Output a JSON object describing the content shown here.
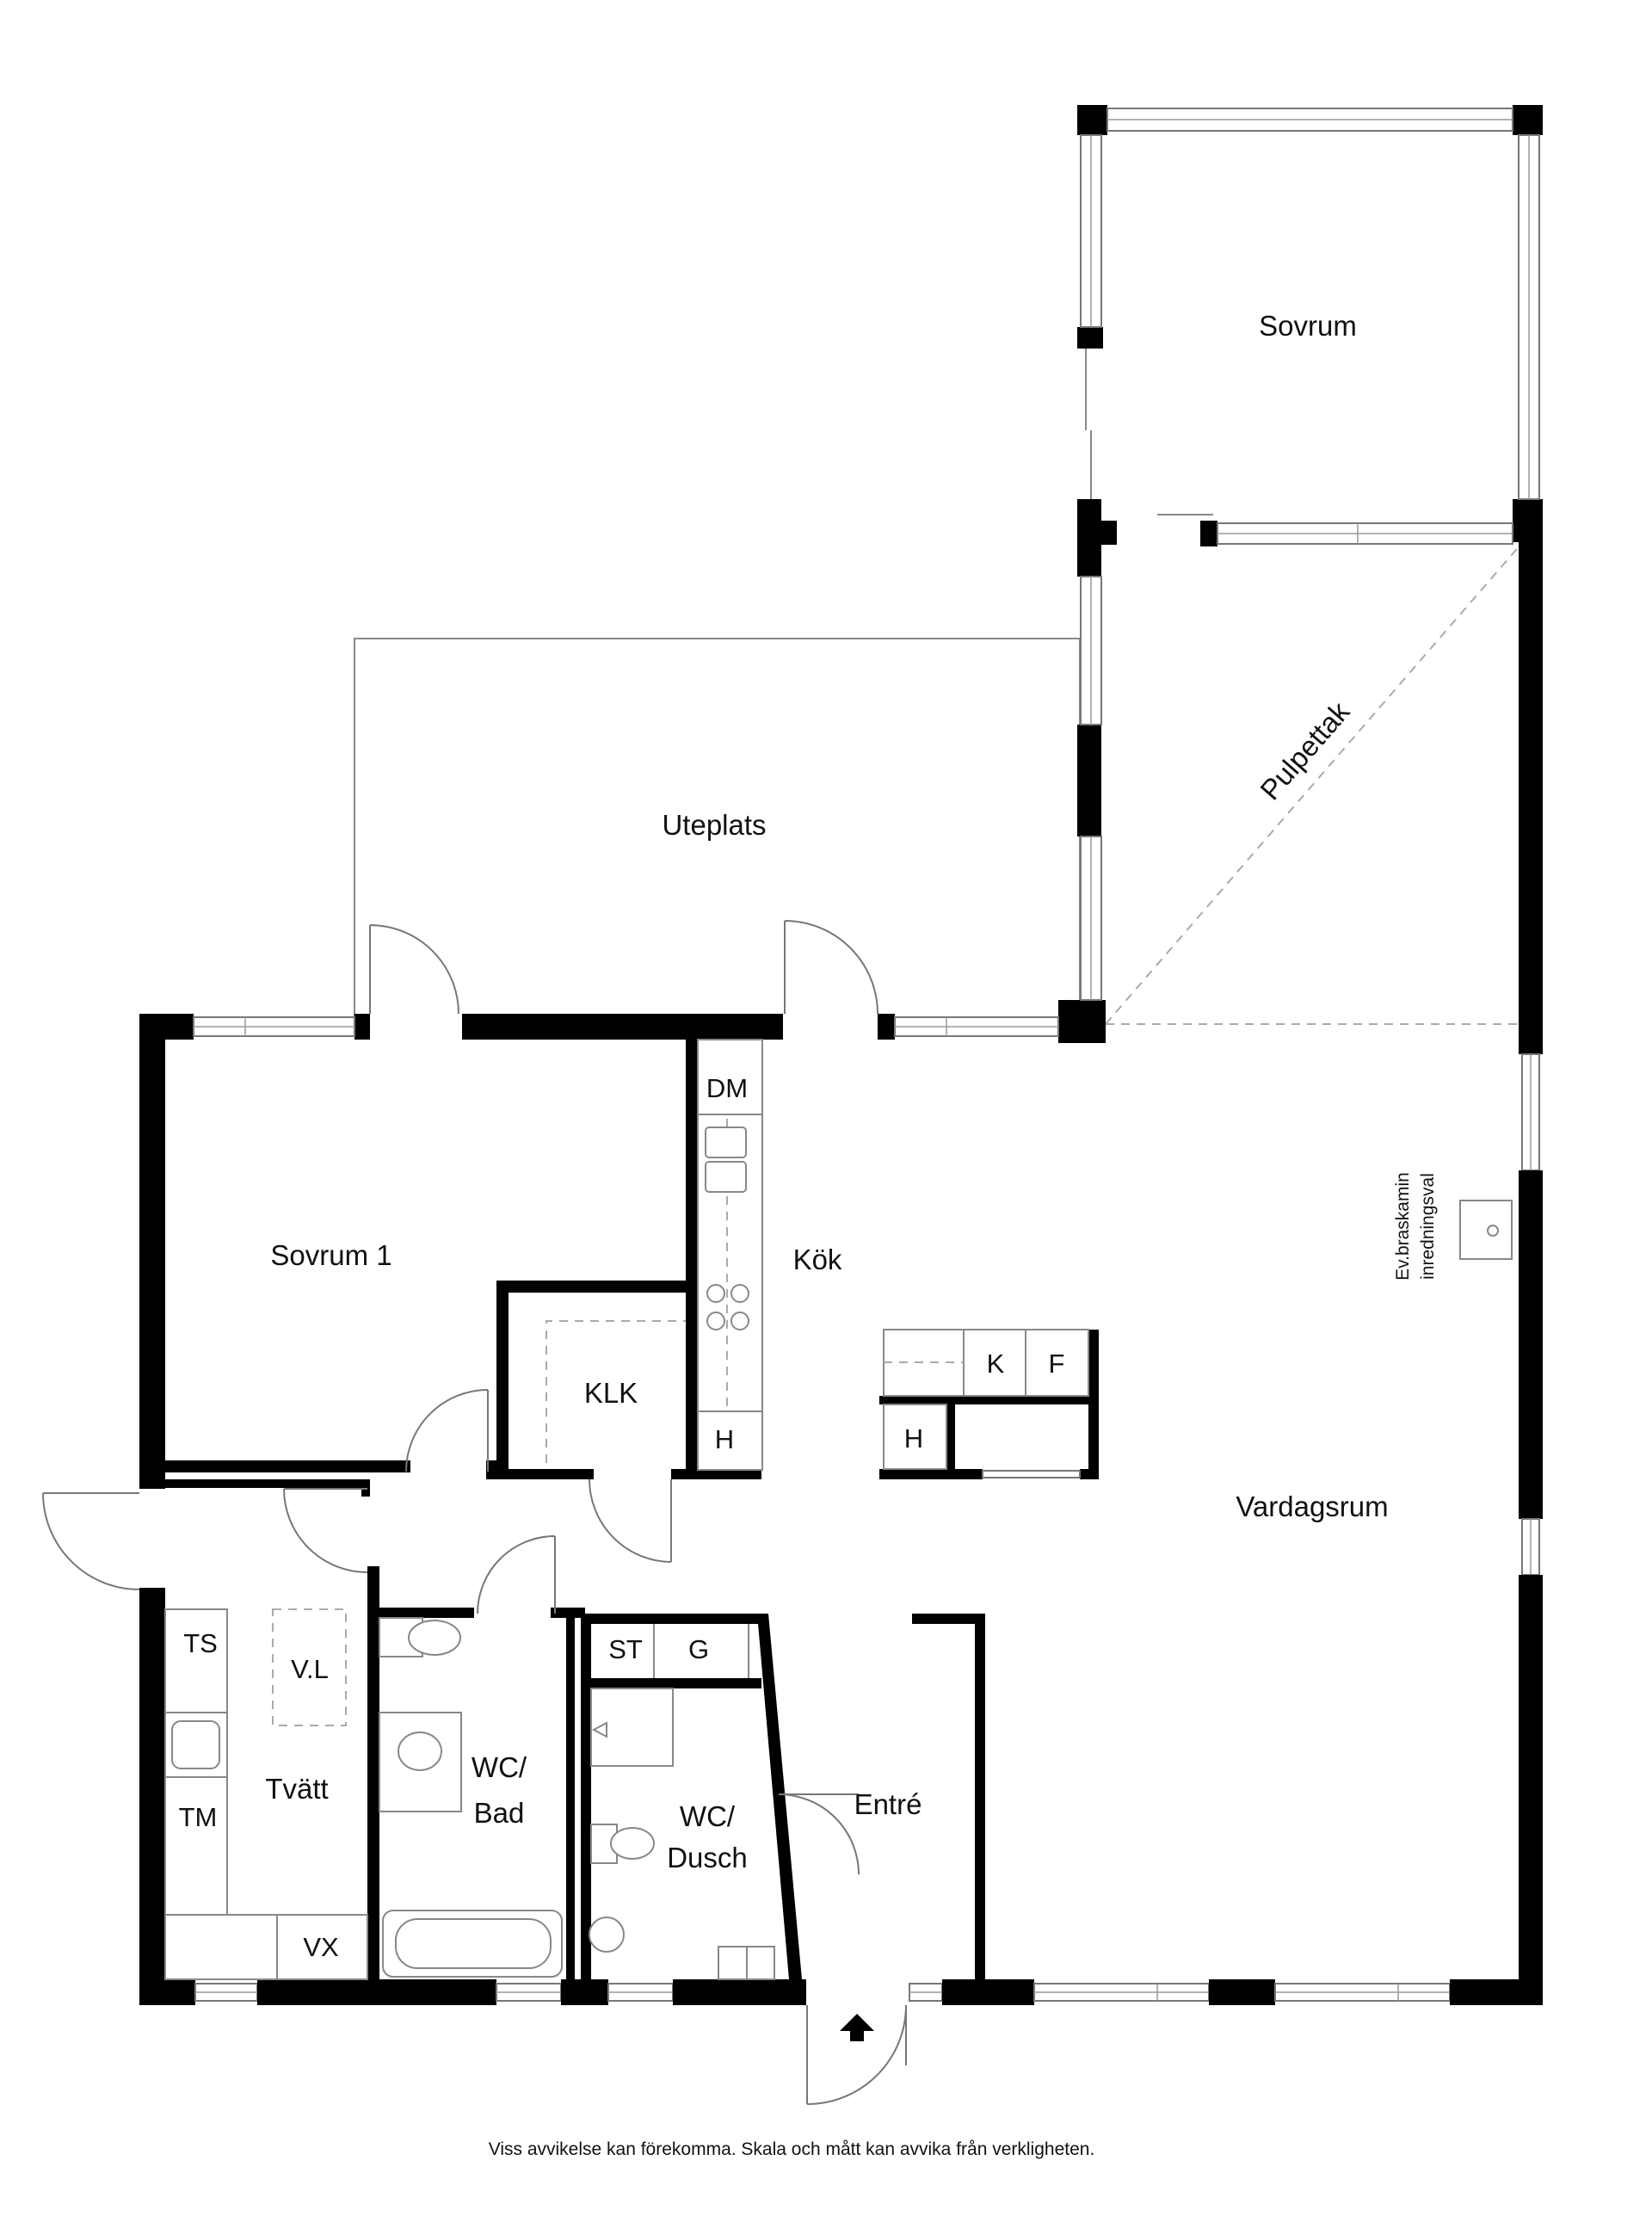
{
  "rooms": {
    "sovrum": "Sovrum",
    "pulpettak": "Pulpettak",
    "uteplats": "Uteplats",
    "sovrum1": "Sovrum 1",
    "kok": "Kök",
    "klk": "KLK",
    "vardagsrum": "Vardagsrum",
    "tvatt": "Tvätt",
    "wc_bad_line1": "WC/",
    "wc_bad_line2": "Bad",
    "wc_dusch_line1": "WC/",
    "wc_dusch_line2": "Dusch",
    "entre": "Entré"
  },
  "fixtures": {
    "dm": "DM",
    "h_kitchen": "H",
    "k": "K",
    "f": "F",
    "h_island": "H",
    "ts": "TS",
    "vl": "V.L",
    "tm": "TM",
    "vx": "VX",
    "st": "ST",
    "g": "G"
  },
  "notes": {
    "braskamin_line1": "Ev.braskamin",
    "braskamin_line2": "inredningsval"
  },
  "footer": "Viss avvikelse kan förekomma. Skala och mått kan avvika från verkligheten.",
  "colors": {
    "wall": "#000000",
    "line": "#888888",
    "background": "#ffffff"
  }
}
